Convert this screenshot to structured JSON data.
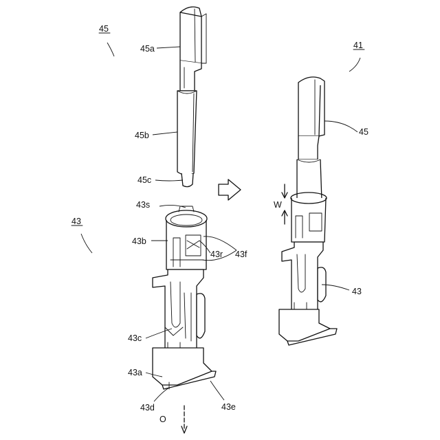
{
  "labels": {
    "part_45": "45",
    "part_45a": "45a",
    "part_45b": "45b",
    "part_45c": "45c",
    "part_41": "41",
    "part_45_assembled": "45",
    "part_43": "43",
    "part_43s": "43s",
    "part_43b": "43b",
    "part_43r": "43r",
    "part_43f": "43f",
    "part_43c": "43c",
    "part_43a": "43a",
    "part_43d": "43d",
    "part_43e": "43e",
    "part_43_assembled": "43",
    "dimension_w": "W",
    "direction_o": "O"
  }
}
